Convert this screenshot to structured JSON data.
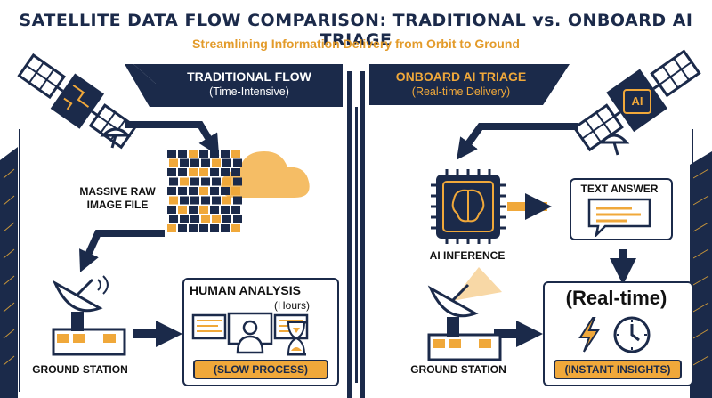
{
  "header": {
    "title": "SATELLITE DATA FLOW COMPARISON: TRADITIONAL vs. ONBOARD AI TRIAGE",
    "subtitle": "Streamlining Information Delivery from Orbit to Ground"
  },
  "traditional": {
    "heading": "TRADITIONAL FLOW",
    "subheading": "(Time-Intensive)",
    "raw_file_label": "MASSIVE RAW IMAGE FILE",
    "analysis_title": "HUMAN ANALYSIS",
    "analysis_duration": "(Hours)",
    "process_label": "(SLOW PROCESS)",
    "station_label": "GROUND STATION"
  },
  "onboard": {
    "heading": "ONBOARD AI TRIAGE",
    "subheading": "(Real-time Delivery)",
    "chip_label": "AI",
    "inference_label": "AI INFERENCE",
    "answer_label": "TEXT ANSWER",
    "result_title": "(Real-time)",
    "insights_label": "(INSTANT INSIGHTS)",
    "station_label": "GROUND STATION"
  },
  "colors": {
    "navy": "#1b2a4a",
    "accent": "#f0a83a",
    "accent_text": "#e39b2a"
  },
  "icons": [
    "satellite-icon",
    "cloud-icon",
    "pixel-mosaic-icon",
    "ground-station-icon",
    "monitor-person-icon",
    "hourglass-icon",
    "ai-chip-brain-icon",
    "speech-bubble-icon",
    "lightning-icon",
    "clock-icon"
  ]
}
